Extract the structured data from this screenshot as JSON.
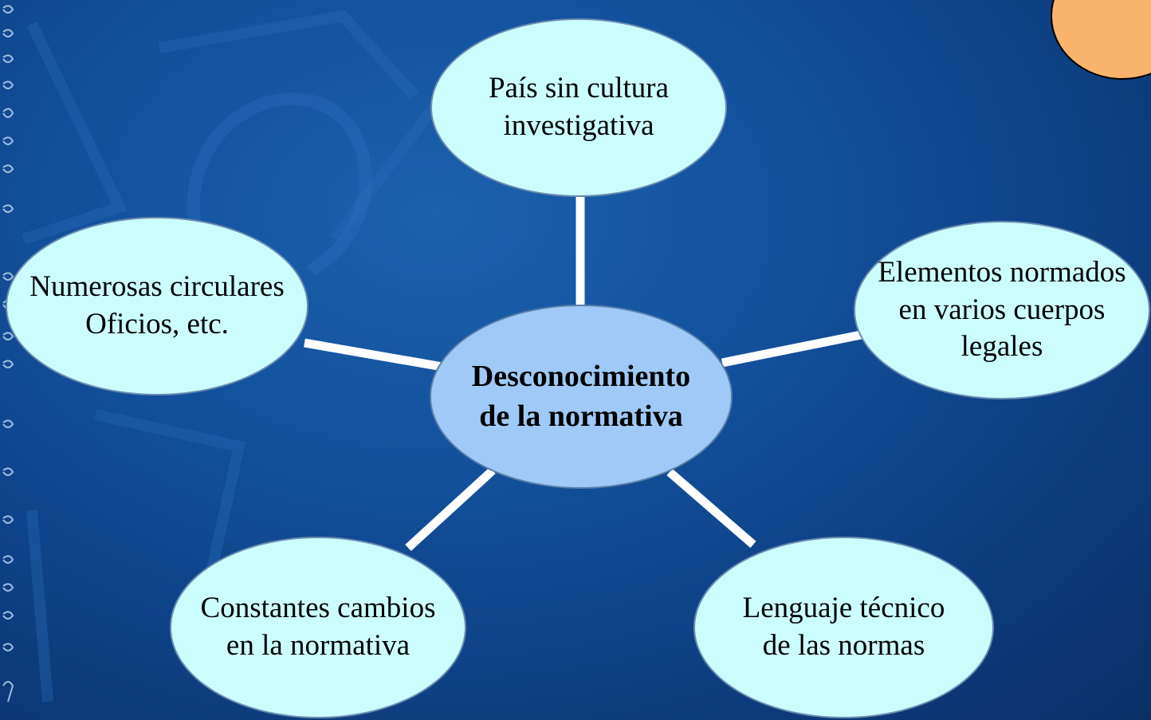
{
  "diagram": {
    "center": {
      "lines": [
        "Desconocimiento",
        "de la normativa"
      ]
    },
    "nodes": [
      {
        "id": "top",
        "lines": [
          "País sin cultura",
          "investigativa"
        ]
      },
      {
        "id": "left",
        "lines": [
          "Numerosas circulares",
          "Oficios, etc."
        ]
      },
      {
        "id": "right",
        "lines": [
          "Elementos normados",
          "en varios cuerpos",
          "legales"
        ]
      },
      {
        "id": "bottom_left",
        "lines": [
          "Constantes cambios",
          "en la normativa"
        ]
      },
      {
        "id": "bottom_right",
        "lines": [
          "Lenguaje técnico",
          "de las normas"
        ]
      }
    ]
  },
  "colors": {
    "background": "#1453a0",
    "node_fill": "#ccfdfd",
    "center_fill": "#9fcaf7",
    "connector": "#ffffff",
    "callout_fill": "#f9b36c"
  }
}
